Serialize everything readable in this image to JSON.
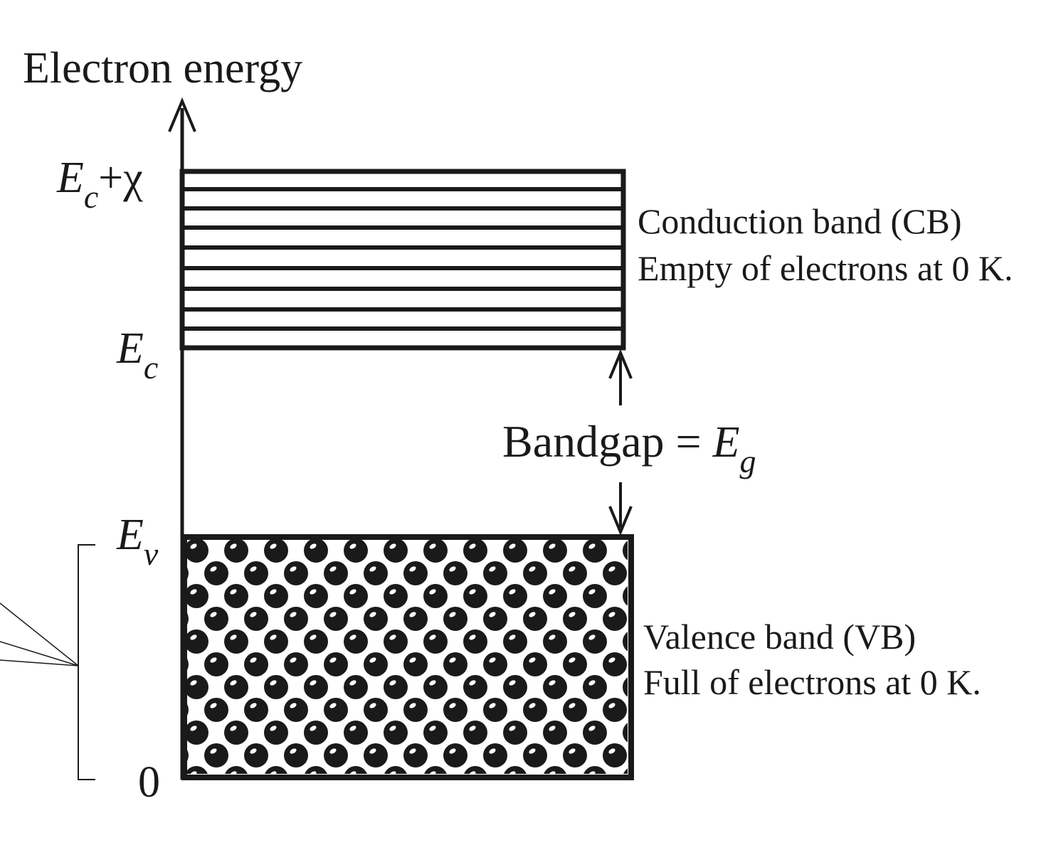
{
  "axis": {
    "title": "Electron energy"
  },
  "levels": {
    "top": {
      "symbol": "E",
      "subscript": "c",
      "suffix": "+χ"
    },
    "cb_edge": {
      "symbol": "E",
      "subscript": "c"
    },
    "vb_edge": {
      "symbol": "E",
      "subscript": "v"
    },
    "zero": "0"
  },
  "conduction_band": {
    "title": "Conduction band (CB)",
    "description": "Empty of electrons at 0 K."
  },
  "valence_band": {
    "title": "Valence band (VB)",
    "description": "Full of electrons at 0 K."
  },
  "bandgap": {
    "text": "Bandgap = ",
    "symbol": "E",
    "subscript": "g"
  },
  "colors": {
    "ink": "#1a1a1a",
    "background": "#ffffff"
  }
}
